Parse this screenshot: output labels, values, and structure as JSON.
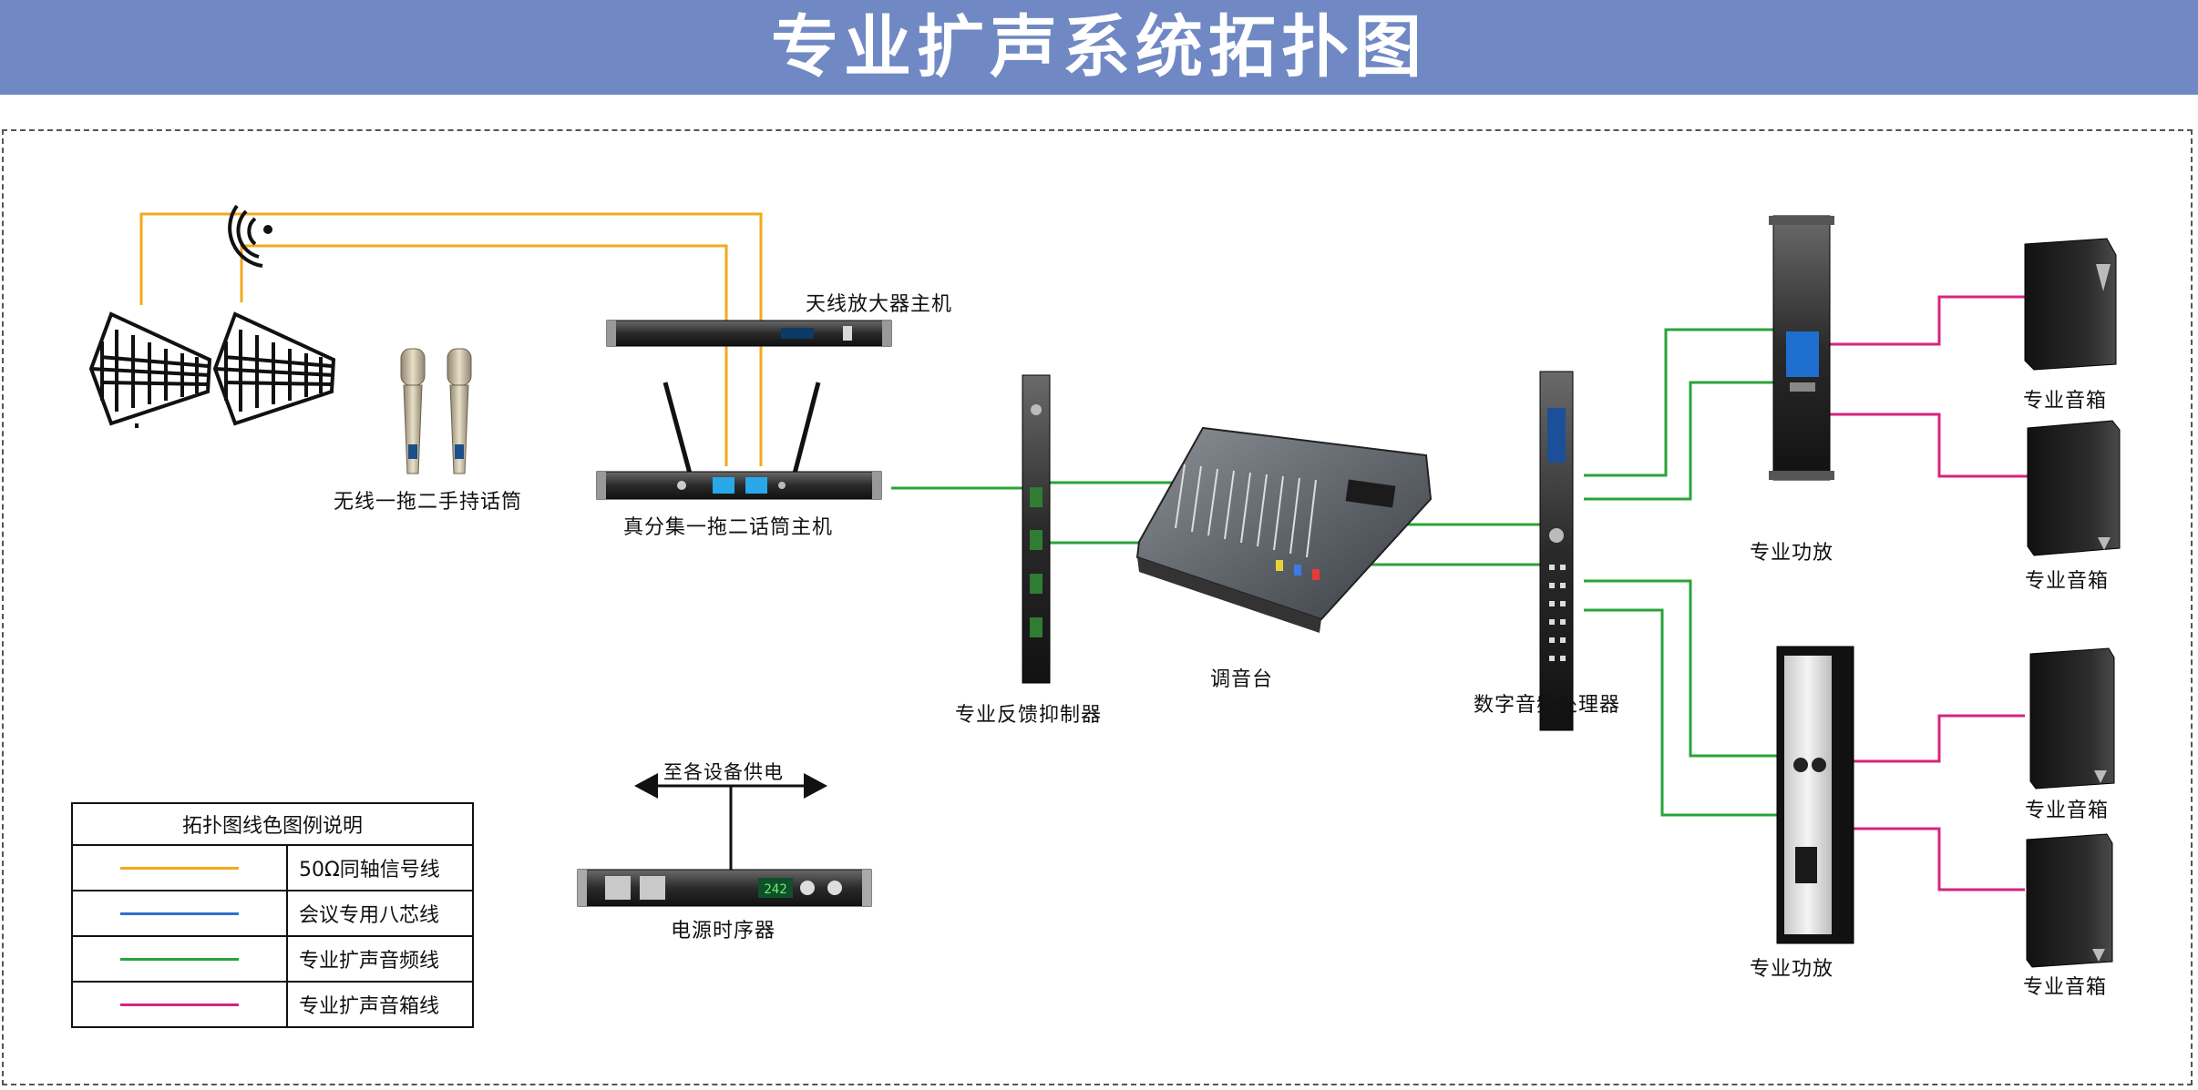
{
  "title": "专业扩声系统拓扑图",
  "colors": {
    "title_bg": "#7089c4",
    "coax": "#f5a81c",
    "conference": "#2f6fd1",
    "audio": "#2aa338",
    "speaker": "#d6247e"
  },
  "devices": {
    "antenna_amp": "天线放大器主机",
    "handheld_mics": "无线一拖二手持话筒",
    "mic_receiver": "真分集一拖二话筒主机",
    "feedback_suppressor": "专业反馈抑制器",
    "mixer": "调音台",
    "dsp": "数字音频处理器",
    "amp_1": "专业功放",
    "amp_2": "专业功放",
    "speaker_1": "专业音箱",
    "speaker_2": "专业音箱",
    "speaker_3": "专业音箱",
    "speaker_4": "专业音箱",
    "power_sequencer": "电源时序器",
    "power_supply_note": "至各设备供电",
    "receiver_display_1": "242"
  },
  "legend": {
    "title": "拓扑图线色图例说明",
    "items": [
      {
        "label": "50Ω同轴信号线",
        "color": "#f5a81c"
      },
      {
        "label": "会议专用八芯线",
        "color": "#2f6fd1"
      },
      {
        "label": "专业扩声音频线",
        "color": "#2aa338"
      },
      {
        "label": "专业扩声音箱线",
        "color": "#d6247e"
      }
    ]
  },
  "icons": [
    "wireless-signal-icon",
    "power-double-arrow-icon"
  ]
}
